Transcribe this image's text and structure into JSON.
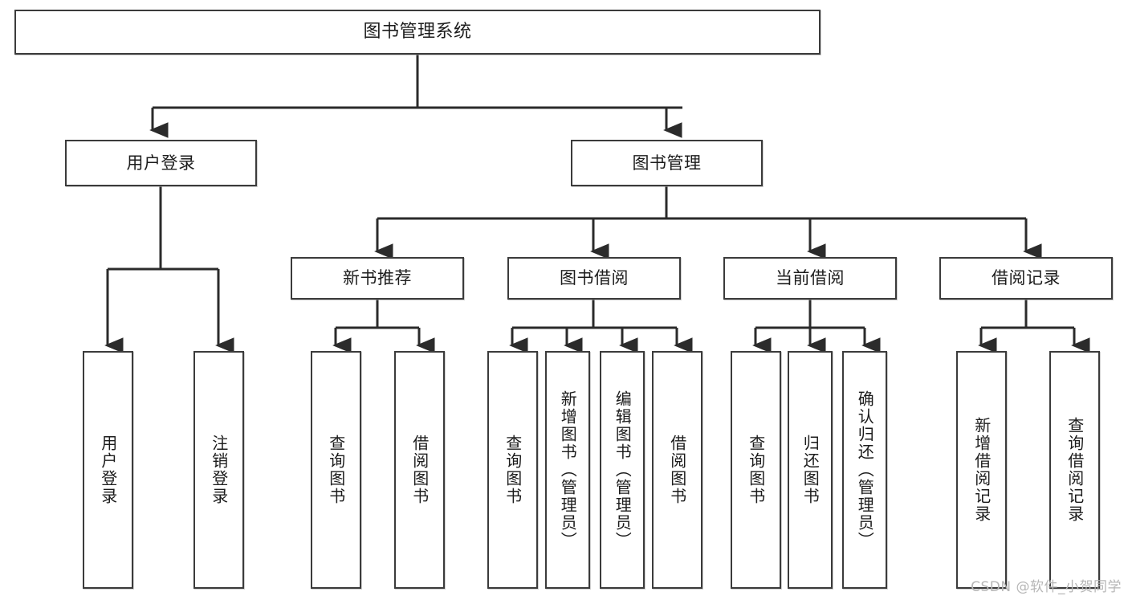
{
  "diagram": {
    "type": "tree",
    "title": "图书管理系统",
    "watermark": "CSDN @软件_小贺同学",
    "colors": {
      "background": "#ffffff",
      "border": "#3b3b3b",
      "edge": "#2b2b2b",
      "text": "#1c1c1c",
      "watermark": "#b6b6b6"
    },
    "root": {
      "label": "图书管理系统"
    },
    "level2": [
      {
        "label": "用户登录"
      },
      {
        "label": "图书管理"
      }
    ],
    "level3": [
      {
        "label": "新书推荐"
      },
      {
        "label": "图书借阅"
      },
      {
        "label": "当前借阅"
      },
      {
        "label": "借阅记录"
      }
    ],
    "leaves": {
      "user_login": [
        {
          "label": "用户登录"
        },
        {
          "label": "注销登录"
        }
      ],
      "new_book": [
        {
          "label": "查询图书"
        },
        {
          "label": "借阅图书"
        }
      ],
      "book_borrow": [
        {
          "label": "查询图书"
        },
        {
          "label": "新增图书（管理员）"
        },
        {
          "label": "编辑图书（管理员）"
        },
        {
          "label": "借阅图书"
        }
      ],
      "current_borrow": [
        {
          "label": "查询图书"
        },
        {
          "label": "归还图书"
        },
        {
          "label": "确认归还（管理员）"
        }
      ],
      "borrow_record": [
        {
          "label": "新增借阅记录"
        },
        {
          "label": "查询借阅记录"
        }
      ]
    }
  }
}
